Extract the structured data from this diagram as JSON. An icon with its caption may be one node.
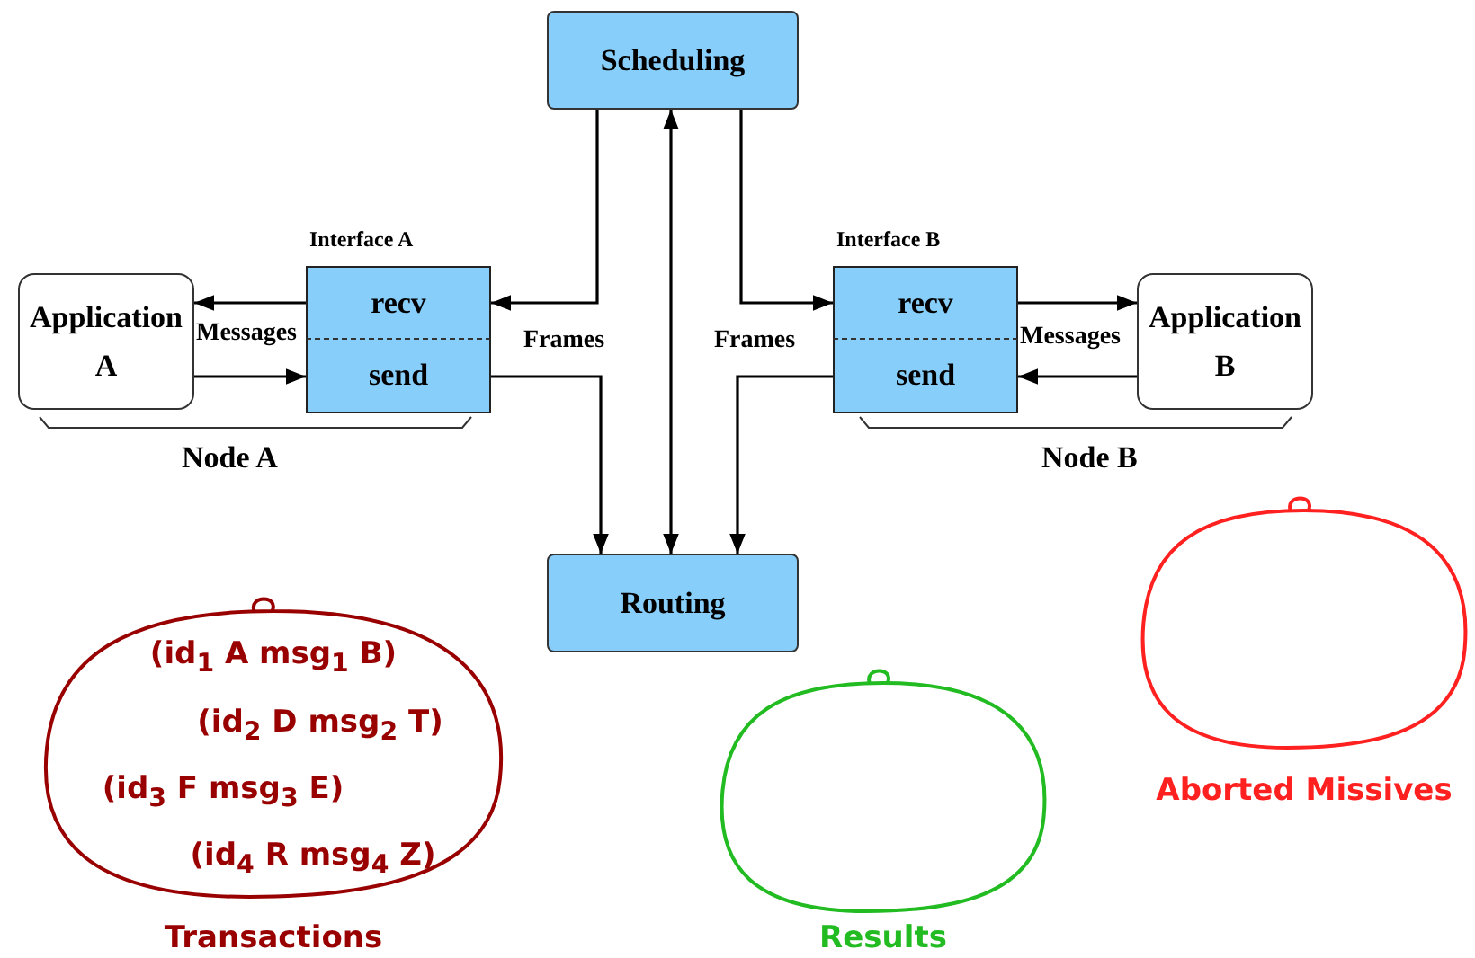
{
  "diagram": {
    "nodes": [
      {
        "text": [
          "Scheduling"
        ]
      },
      {
        "text": [
          "Application A"
        ]
      },
      {
        "text": [
          "Interface A"
        ]
      },
      {
        "text": [
          "recv"
        ],
        "in": 2
      },
      {
        "text": [
          "send"
        ],
        "in": 2
      },
      {
        "text": [
          "Interface B"
        ]
      },
      {
        "text": [
          "recv"
        ],
        "in": 5
      },
      {
        "text": [
          "send"
        ],
        "in": 5
      },
      {
        "text": [
          "Application B"
        ]
      },
      {
        "text": [
          "Routing"
        ]
      },
      {
        "text": [
          "(id$_{1}$ A msg$_{1}$ B)",
          "(id$_{2}$ D msg$_{2}$ T)",
          "(id$_{3}$ F msg$_{3}$ E)",
          "(id$_{4}$ R msg$_{4}$ Z)",
          "Transactions"
        ]
      },
      {
        "text": [
          "Results"
        ]
      },
      {
        "text": [
          "Aborted Missives"
        ]
      }
    ],
    "edges": [
      {
        "from": 0,
        "to": 3,
        "arrow": "to"
      },
      {
        "from": 0,
        "to": 6,
        "arrow": "to"
      },
      {
        "from": 0,
        "to": 9,
        "arrow": "both"
      },
      {
        "from": 4,
        "to": 9,
        "arrow": "to",
        "label": "Frames"
      },
      {
        "from": 7,
        "to": 9,
        "arrow": "to",
        "label": "Frames"
      },
      {
        "from": 3,
        "to": 1,
        "arrow": "to",
        "label": "Messages"
      },
      {
        "from": 1,
        "to": 4,
        "arrow": "to"
      },
      {
        "from": 6,
        "to": 8,
        "arrow": "to",
        "label": "Messages"
      },
      {
        "from": 8,
        "to": 7,
        "arrow": "to"
      }
    ],
    "labels": [
      "Node A",
      "Node B"
    ]
  }
}
